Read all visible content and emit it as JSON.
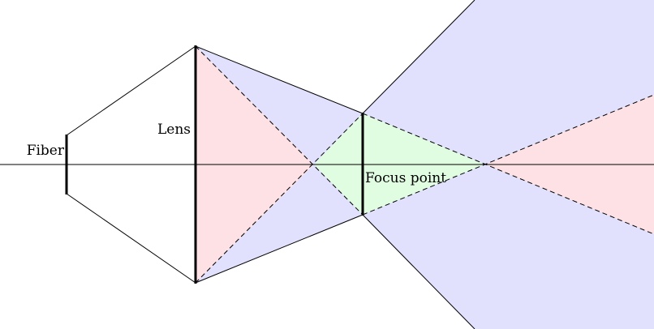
{
  "labels": {
    "fiber": "Fiber",
    "lens": "Lens",
    "focus_point": "Focus point"
  },
  "colors": {
    "outer_beam_fill": "#e1e1fd",
    "inner_cone_fill": "#fee1e5",
    "focus_region_fill": "#e1fde1",
    "line": "#000000"
  }
}
